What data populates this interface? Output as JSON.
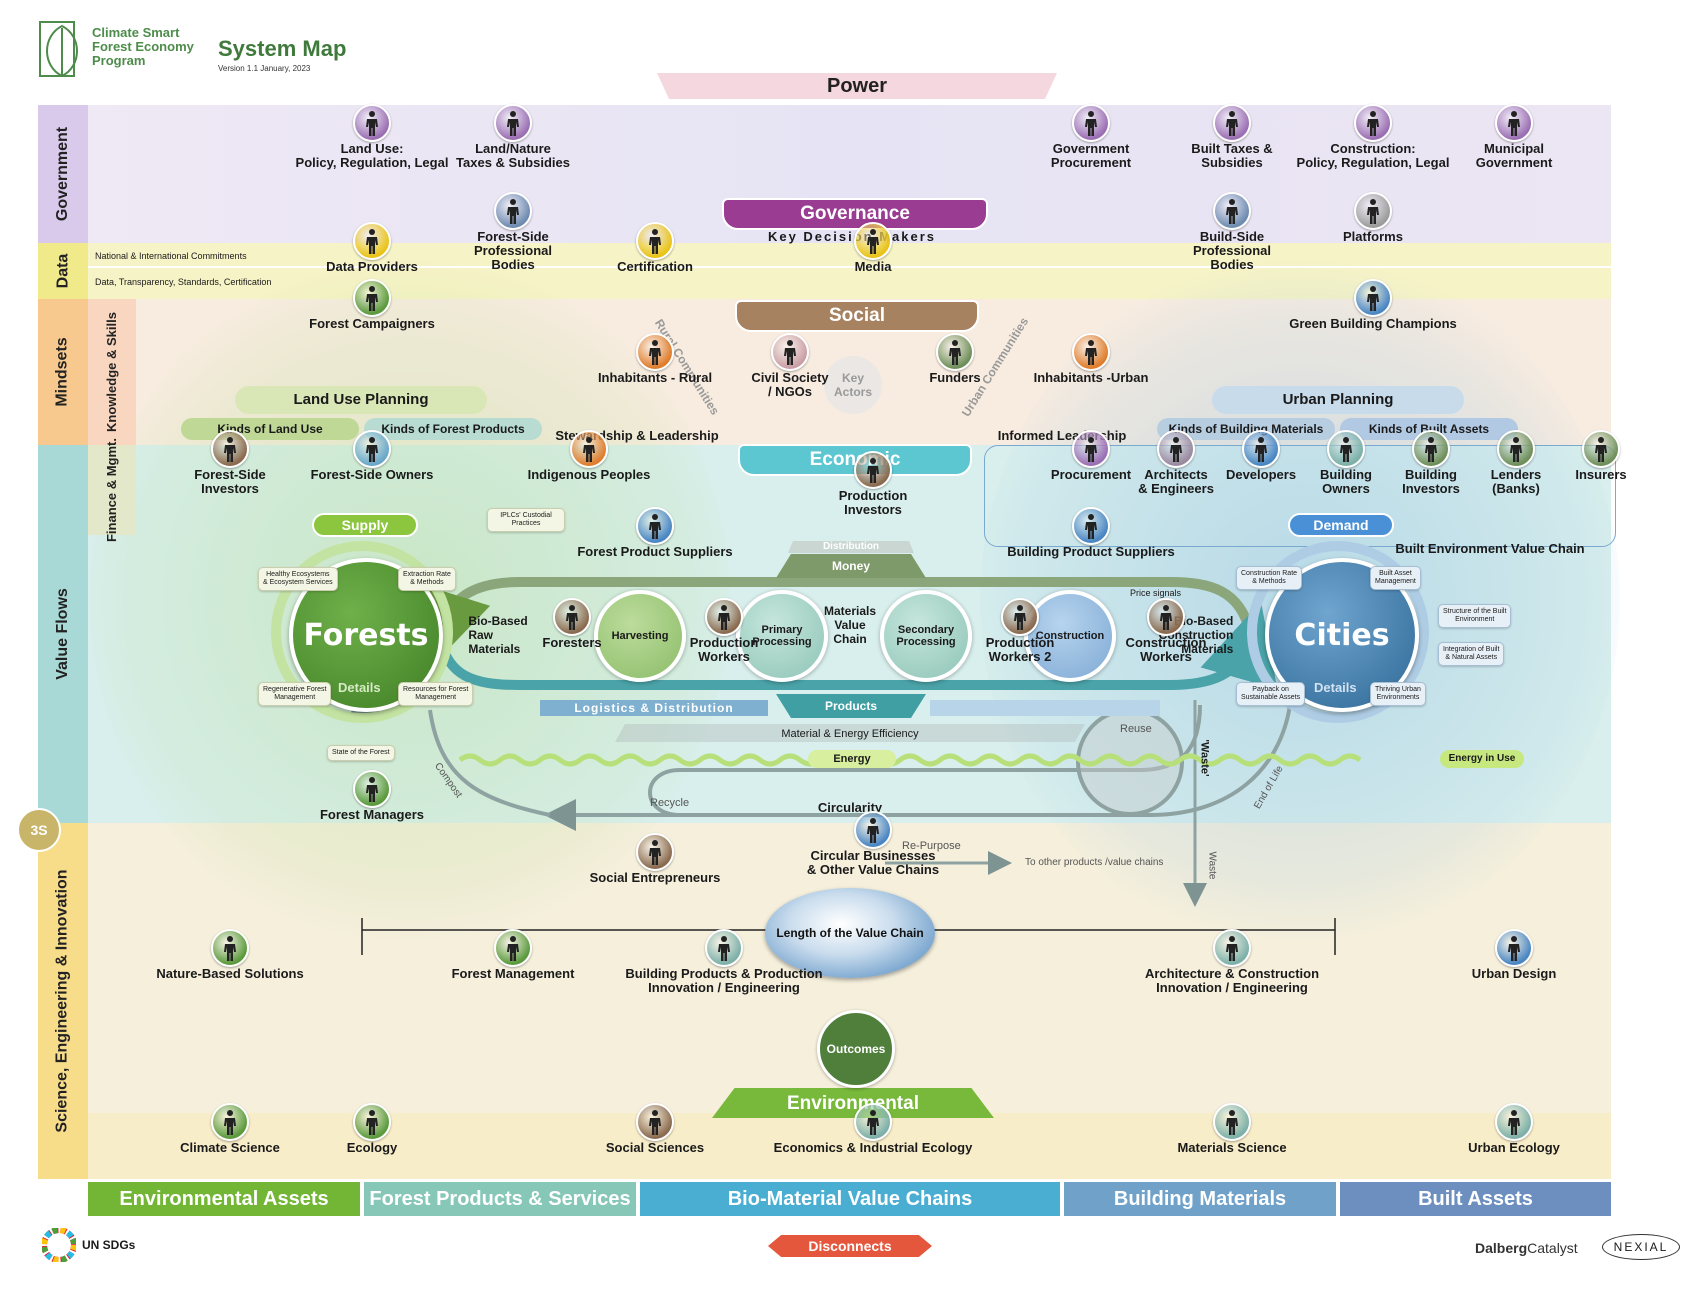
{
  "header": {
    "logo_line1": "Climate Smart",
    "logo_line2": "Forest Economy",
    "logo_line3": "Program",
    "title": "System Map",
    "version": "Version 1.1 January, 2023"
  },
  "top_banner": "Power",
  "row_labels": {
    "government": "Government",
    "data": "Data",
    "mindsets": "Mindsets",
    "value_flows": "Value Flows",
    "science": "Science, Engineering & Innovation",
    "knowledge": "Knowledge & Skills",
    "finance": "Finance & Mgmt."
  },
  "data_rows": {
    "national": "National & International Commitments",
    "transparency": "Data, Transparency, Standards, Certification"
  },
  "actors": {
    "land_use": "Land Use:\nPolicy, Regulation, Legal",
    "land_nature": "Land/Nature\nTaxes & Subsidies",
    "gov_procurement": "Government\nProcurement",
    "built_taxes": "Built Taxes &\nSubsidies",
    "construction_policy": "Construction:\nPolicy, Regulation, Legal",
    "municipal": "Municipal\nGovernment",
    "forest_bodies": "Forest-Side\nProfessional\nBodies",
    "build_bodies": "Build-Side\nProfessional\nBodies",
    "platforms": "Platforms",
    "data_providers": "Data Providers",
    "certification": "Certification",
    "media": "Media",
    "forest_campaigners": "Forest Campaigners",
    "green_building": "Green Building Champions",
    "inhabitants_rural": "Inhabitants - Rural",
    "civil_society": "Civil Society\n/ NGOs",
    "key_actors": "Key Actors",
    "funders": "Funders",
    "inhabitants_urban": "Inhabitants -Urban",
    "forest_investors": "Forest-Side\nInvestors",
    "forest_owners": "Forest-Side Owners",
    "indigenous": "Indigenous Peoples",
    "production_investors": "Production\nInvestors",
    "procurement": "Procurement",
    "architects": "Architects\n& Engineers",
    "developers": "Developers",
    "building_owners": "Building\nOwners",
    "building_investors": "Building\nInvestors",
    "lenders": "Lenders\n(Banks)",
    "insurers": "Insurers",
    "forest_product_suppliers": "Forest Product Suppliers",
    "building_product_suppliers": "Building Product Suppliers",
    "foresters": "Foresters",
    "production_workers": "Production\nWorkers",
    "production_workers2": "Production\nWorkers 2",
    "construction_workers": "Construction\nWorkers",
    "forest_managers": "Forest Managers",
    "circular_businesses": "Circular Businesses\n& Other Value Chains",
    "social_entrepreneurs": "Social Entrepreneurs",
    "nbs": "Nature-Based Solutions",
    "forest_management": "Forest Management",
    "building_products": "Building Products & Production\nInnovation / Engineering",
    "arch_construction": "Architecture & Construction\nInnovation / Engineering",
    "urban_design": "Urban Design",
    "climate_science": "Climate Science",
    "ecology": "Ecology",
    "social_sciences": "Social Sciences",
    "economics": "Economics & Industrial Ecology",
    "materials_science": "Materials Science",
    "urban_ecology": "Urban Ecology"
  },
  "banners": {
    "governance": "Governance",
    "governance_sub": "Key Decision Makers",
    "social": "Social",
    "economic": "Economic",
    "environmental": "Environmental",
    "outcomes": "Outcomes",
    "disconnects": "Disconnects"
  },
  "diagonals": {
    "rural": "Rural Communities",
    "urban": "Urban Communities"
  },
  "pills": {
    "land_use_planning": "Land Use Planning",
    "kinds_land_use": "Kinds of Land Use",
    "kinds_forest_products": "Kinds of Forest Products",
    "urban_planning": "Urban Planning",
    "kinds_building_materials": "Kinds of Building Materials",
    "kinds_built_assets": "Kinds of Built Assets",
    "stewardship": "Stewardship & Leadership",
    "informed_leadership": "Informed Leadership",
    "supply": "Supply",
    "demand": "Demand",
    "built_env_chain": "Built Environment Value Chain",
    "iplc": "IPLCs' Custodial\nPractices"
  },
  "flow": {
    "forests": "Forests",
    "cities": "Cities",
    "details": "Details",
    "harvesting": "Harvesting",
    "primary": "Primary\nProcessing",
    "secondary": "Secondary\nProcessing",
    "construction": "Construction",
    "value_chain": "Materials\nValue\nChain",
    "bio_raw": "Bio-Based\nRaw\nMaterials",
    "bio_construction": "Bio-Based\nConstruction\nMaterials",
    "distribution": "Distribution",
    "money": "Money",
    "products": "Products",
    "logistics": "Logistics & Distribution",
    "price_signals": "Price signals",
    "material_efficiency": "Material & Energy Efficiency",
    "energy": "Energy",
    "energy_in_use": "Energy in Use",
    "reuse": "Reuse",
    "waste_q": "'Waste'",
    "waste": "Waste",
    "end_of_life": "End of Life",
    "compost": "Compost",
    "recycle": "Recycle",
    "circularity": "Circularity",
    "repurpose": "Re-Purpose",
    "other_chains": "To other products /value chains",
    "state_forest": "State of the Forest",
    "length_chain": "Length of the Value Chain"
  },
  "forest_tags": {
    "healthy": "Healthy Ecosystems\n& Ecosystem Services",
    "extraction": "Extraction Rate\n& Methods",
    "regenerative": "Regenerative Forest\nManagement",
    "resources": "Resources for Forest\nManagement"
  },
  "city_tags": {
    "construction_rate": "Construction Rate\n& Methods",
    "built_asset_mgmt": "Built Asset\nManagement",
    "structure": "Structure of the Built\nEnvironment",
    "integration": "Integration of Built\n& Natural Assets",
    "payback": "Payback on\nSustainable Assets",
    "thriving": "Thriving Urban\nEnvironments"
  },
  "bottom_bar": {
    "env_assets": "Environmental Assets",
    "forest_products": "Forest Products & Services",
    "bio_material": "Bio-Material Value Chains",
    "building_materials": "Building Materials",
    "built_assets": "Built Assets"
  },
  "footer": {
    "sdgs": "UN SDGs",
    "dalberg_bold": "Dalberg",
    "dalberg_rest": "Catalyst",
    "nexial": "NEXIAL",
    "badge": "3S"
  },
  "colors": {
    "government_band": "#ece6f4",
    "data_band": "#f6f3c4",
    "mindsets_band": "#f8ead9",
    "flows_band": "#d7eeec",
    "science_band": "#f8eed7",
    "governance": "#9a3c92",
    "social": "#a78261",
    "economic": "#5cc6d1",
    "environmental": "#78b83a",
    "forests": "#4e8f2d",
    "cities": "#3f78a8",
    "env_assets": "#73b535",
    "forest_products_bar": "#86c7b8",
    "bio_material_bar": "#4aaed3",
    "building_materials_bar": "#6fa1c9",
    "built_assets_bar": "#6d8fbf",
    "disconnects": "#e4573d"
  }
}
